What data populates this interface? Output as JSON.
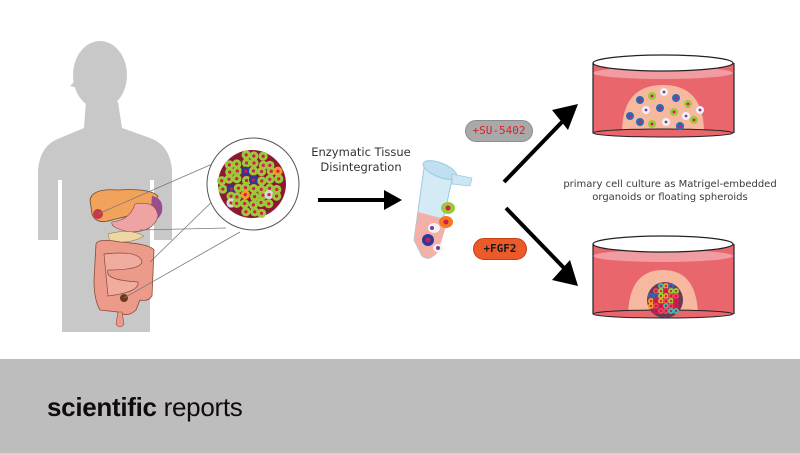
{
  "figure": {
    "step_label": "Enzymatic Tissue Disintegration",
    "treatments": [
      {
        "label": "+SU-5402",
        "color": "#a9a9a9",
        "text_color": "#e02020"
      },
      {
        "label": "+FGF2",
        "color": "#ec5a2a",
        "text_color": "#1a1a1a"
      }
    ],
    "outcome_label": "primary cell culture as Matrigel-embedded organoids or floating spheroids",
    "icons": {
      "human": "human-silhouette-icon",
      "tissue": "tumor-tissue-zoom-icon",
      "tube": "centrifuge-tube-icon",
      "dish_top": "organoid-dish-icon",
      "dish_bottom": "spheroid-dish-icon"
    },
    "colors": {
      "silhouette": "#c8c8c8",
      "medium": "#e9666c",
      "matrigel": "#f6b9a0",
      "arrow": "#000000"
    }
  },
  "footer": {
    "brand_bold": "scientific",
    "brand_light": "reports",
    "background": "#bdbdbd"
  }
}
